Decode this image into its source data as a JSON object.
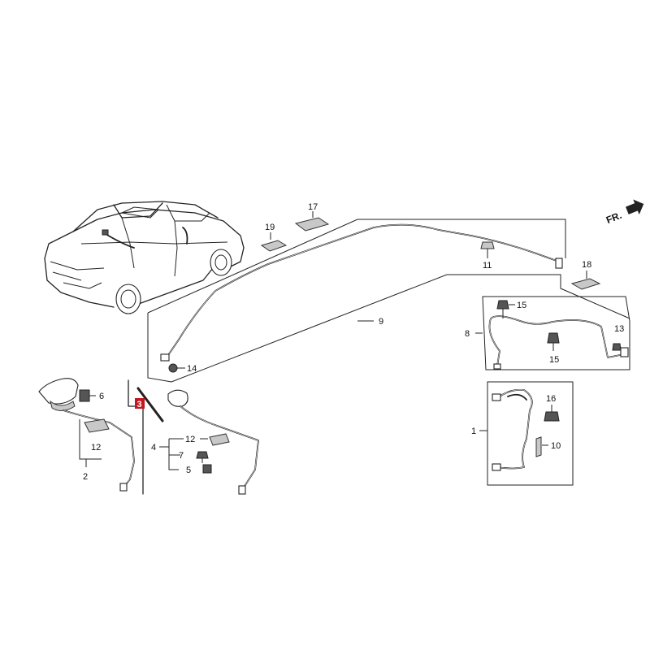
{
  "direction_label": "FR.",
  "highlight_color": "#c4161c",
  "callouts": [
    {
      "id": "c1",
      "text": "1"
    },
    {
      "id": "c2",
      "text": "2"
    },
    {
      "id": "c3",
      "text": "3"
    },
    {
      "id": "c4",
      "text": "4"
    },
    {
      "id": "c5",
      "text": "5"
    },
    {
      "id": "c6",
      "text": "6"
    },
    {
      "id": "c7",
      "text": "7"
    },
    {
      "id": "c8",
      "text": "8"
    },
    {
      "id": "c9",
      "text": "9"
    },
    {
      "id": "c10",
      "text": "10"
    },
    {
      "id": "c11",
      "text": "11"
    },
    {
      "id": "c12a",
      "text": "12"
    },
    {
      "id": "c12b",
      "text": "12"
    },
    {
      "id": "c13",
      "text": "13"
    },
    {
      "id": "c14",
      "text": "14"
    },
    {
      "id": "c15a",
      "text": "15"
    },
    {
      "id": "c15b",
      "text": "15"
    },
    {
      "id": "c16",
      "text": "16"
    },
    {
      "id": "c17",
      "text": "17"
    },
    {
      "id": "c18",
      "text": "18"
    },
    {
      "id": "c19",
      "text": "19"
    }
  ]
}
